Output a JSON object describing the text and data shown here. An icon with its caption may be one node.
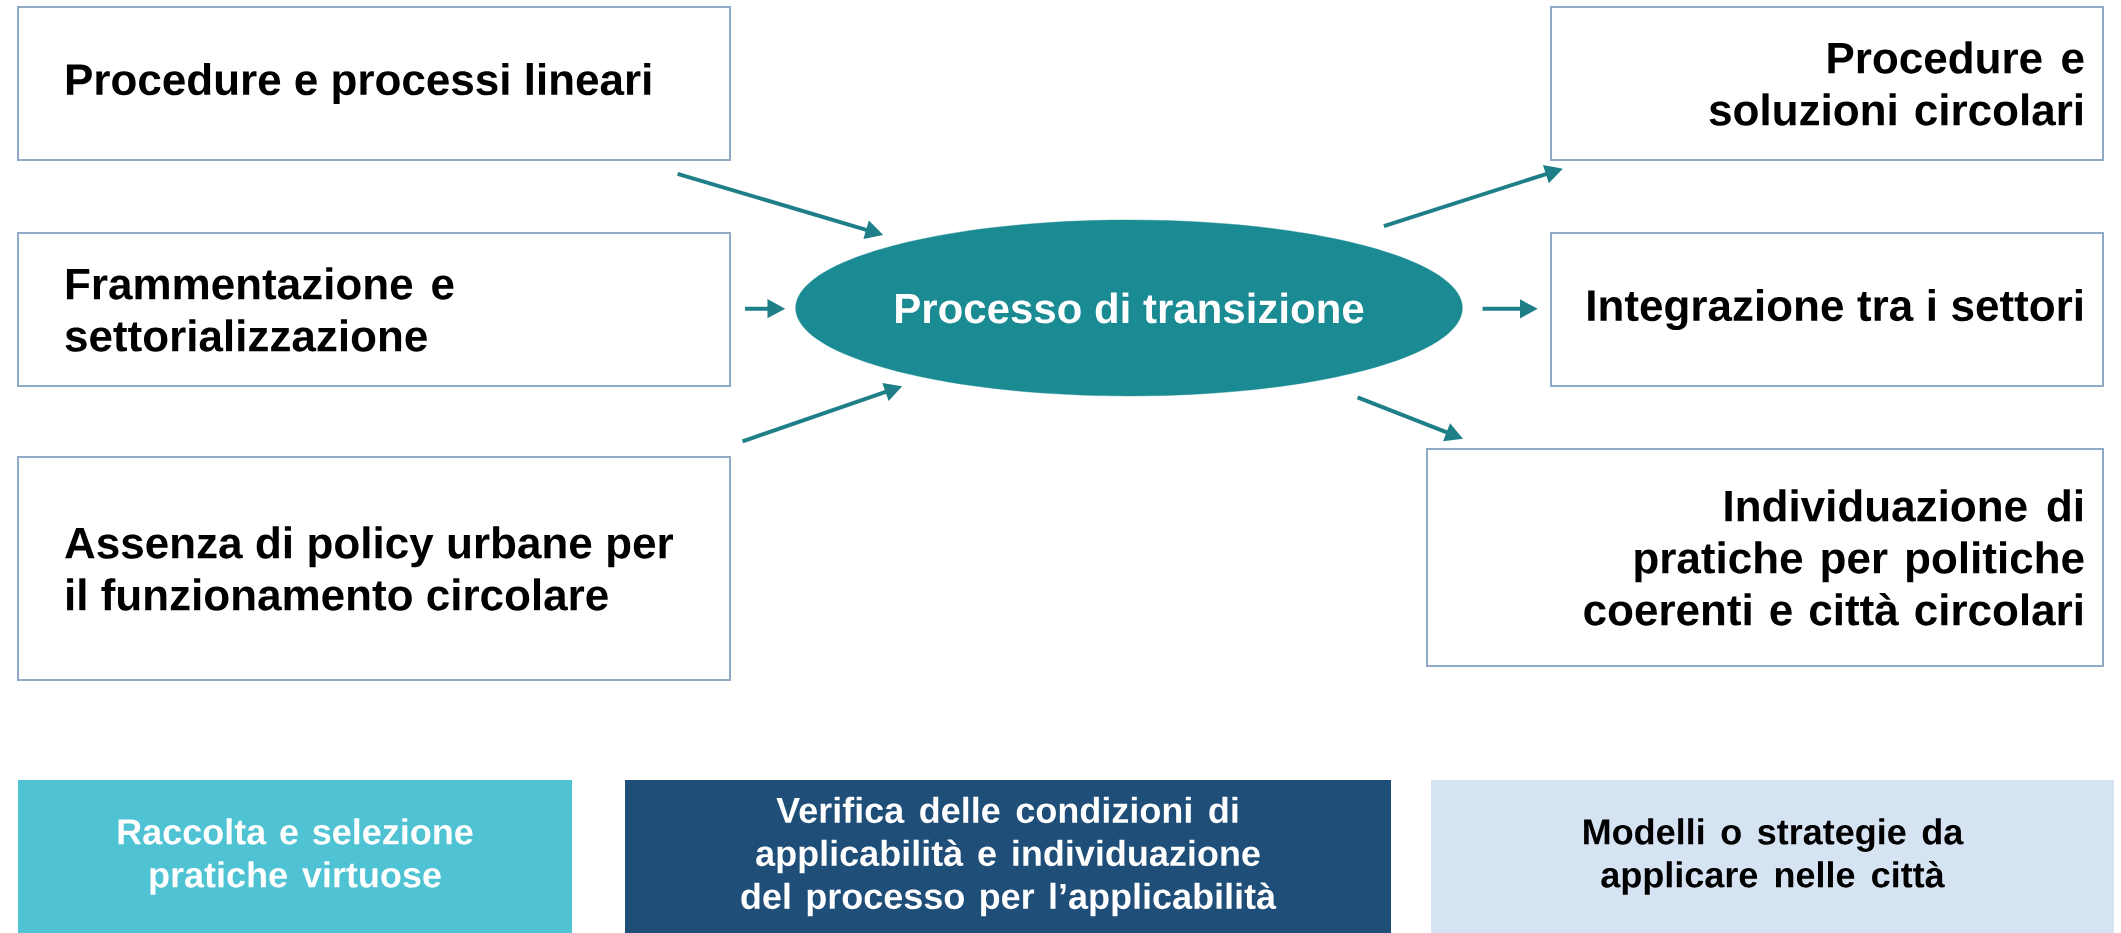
{
  "diagram": {
    "nodes": [
      {
        "text": [
          "Procedure e processi lineari"
        ]
      },
      {
        "text": [
          "Frammentazione e settorializzazione"
        ]
      },
      {
        "text": [
          "Assenza di policy urbane per il funzionamento circolare"
        ]
      },
      {
        "text": [
          "Processo di transizione"
        ]
      },
      {
        "text": [
          "Procedure e soluzioni circolari"
        ]
      },
      {
        "text": [
          "Integrazione tra i settori"
        ]
      },
      {
        "text": [
          "Individuazione di pratiche per politiche coerenti e città circolari"
        ]
      },
      {
        "text": [
          "Raccolta e selezione pratiche virtuose"
        ]
      },
      {
        "text": [
          "Verifica delle condizioni di applicabilità e individuazione del processo per l’applicabilità"
        ]
      },
      {
        "text": [
          "Modelli o strategie da applicare nelle città"
        ]
      }
    ],
    "edges": [
      {
        "from": 0,
        "to": 3,
        "arrow": "to"
      },
      {
        "from": 1,
        "to": 3,
        "arrow": "to"
      },
      {
        "from": 2,
        "to": 3,
        "arrow": "to"
      },
      {
        "from": 3,
        "to": 4,
        "arrow": "to"
      },
      {
        "from": 3,
        "to": 5,
        "arrow": "to"
      },
      {
        "from": 3,
        "to": 6,
        "arrow": "to"
      }
    ]
  }
}
